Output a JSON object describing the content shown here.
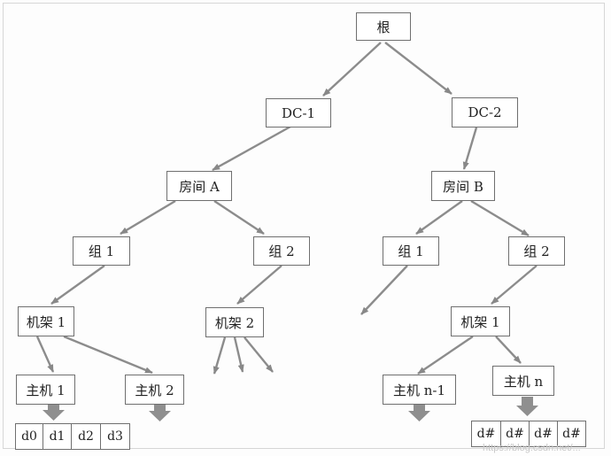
{
  "tree": {
    "root": "根",
    "dc1": "DC-1",
    "dc2": "DC-2",
    "room_a": "房间 A",
    "room_b": "房间 B",
    "group1_a": "组 1",
    "group2_a": "组 2",
    "group1_b": "组 1",
    "group2_b": "组 2",
    "rack1_a": "机架 1",
    "rack2_a": "机架 2",
    "rack1_b": "机架 1",
    "host1": "主机 1",
    "host2": "主机 2",
    "host_n_minus_1": "主机 n-1",
    "host_n": "主机 n"
  },
  "disks_left": [
    "d0",
    "d1",
    "d2",
    "d3"
  ],
  "disks_right": [
    "d#",
    "d#",
    "d#",
    "d#"
  ],
  "watermark": "https://blog.csdn.net/..."
}
